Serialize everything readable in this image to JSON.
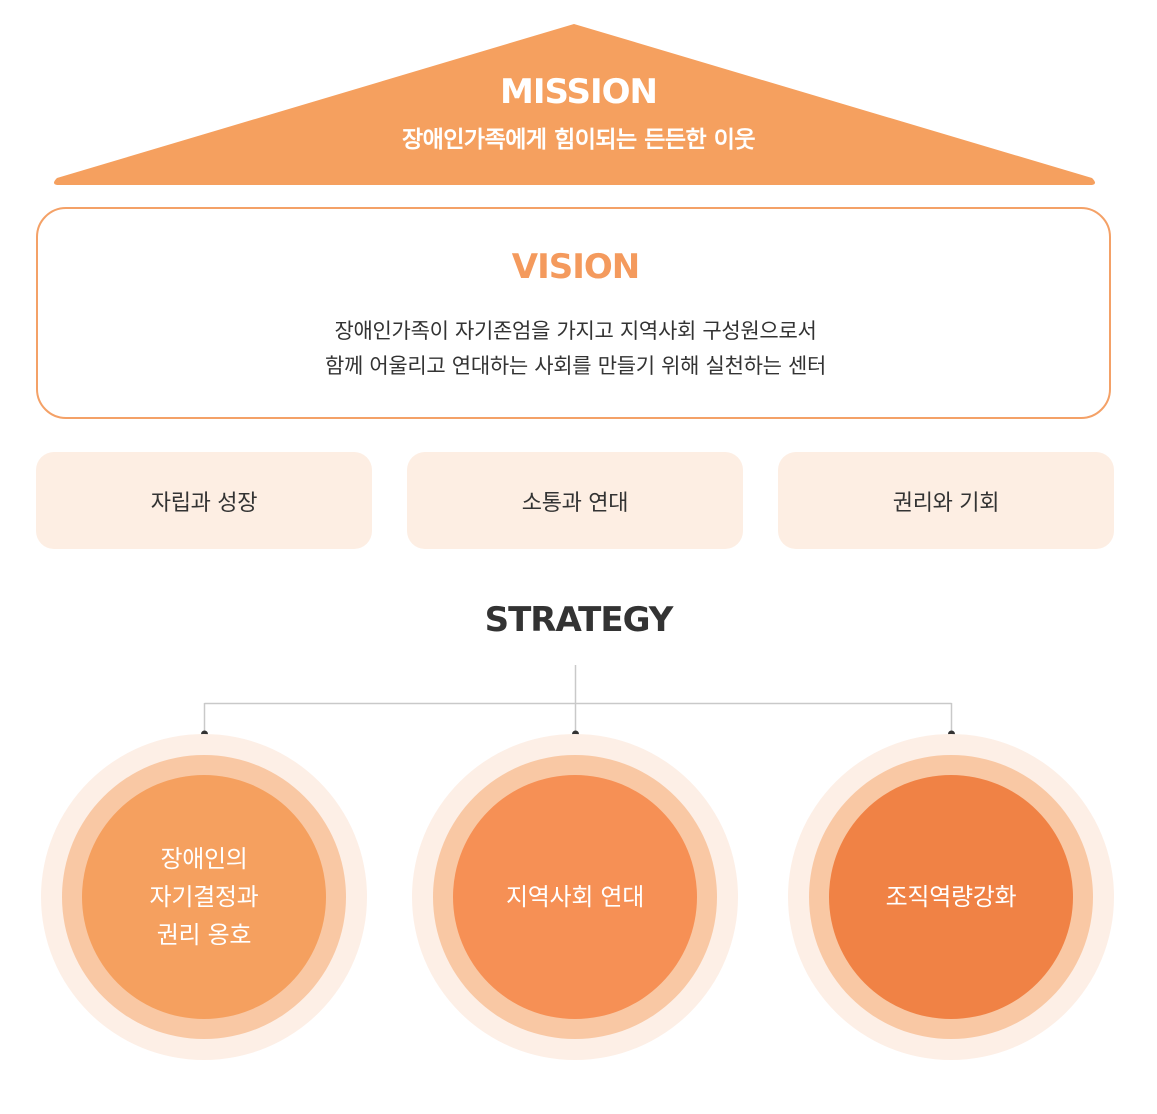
{
  "mission": {
    "title": "MISSION",
    "subtitle": "장애인가족에게 힘이되는 든든한 이웃"
  },
  "vision": {
    "title": "VISION",
    "line1": "장애인가족이 자기존엄을 가지고 지역사회 구성원으로서",
    "line2": "함께 어울리고 연대하는 사회를 만들기 위해 실천하는 센터"
  },
  "values": [
    "자립과 성장",
    "소통과 연대",
    "권리와 기회"
  ],
  "strategy": {
    "title": "STRATEGY",
    "items": [
      {
        "lines": [
          "장애인의",
          "자기결정과",
          "권리 옹호"
        ]
      },
      {
        "lines": [
          "지역사회 연대"
        ]
      },
      {
        "lines": [
          "조직역량강화"
        ]
      }
    ]
  },
  "colors": {
    "accent_orange": "#f49a5d",
    "roof_orange": "#f5a05f",
    "value_bg": "#fdeee3",
    "text_dark": "#333333"
  }
}
